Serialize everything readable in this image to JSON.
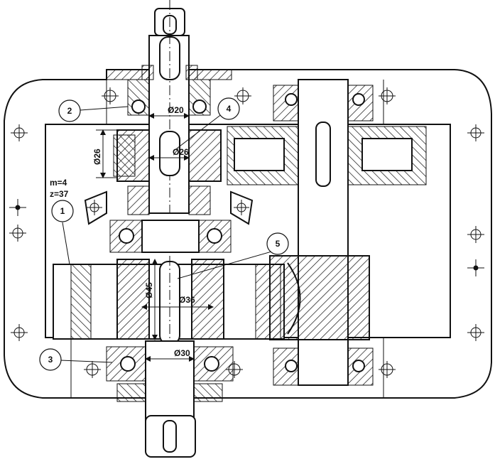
{
  "params": {
    "module": "m=4",
    "teeth": "z=37"
  },
  "dimensions": {
    "d20": "Ø20",
    "d26_v": "Ø26",
    "d26_h": "Ø26",
    "d45": "Ø45",
    "d36": "Ø36",
    "d30": "Ø30"
  },
  "callouts": [
    "1",
    "2",
    "3",
    "4",
    "5"
  ]
}
